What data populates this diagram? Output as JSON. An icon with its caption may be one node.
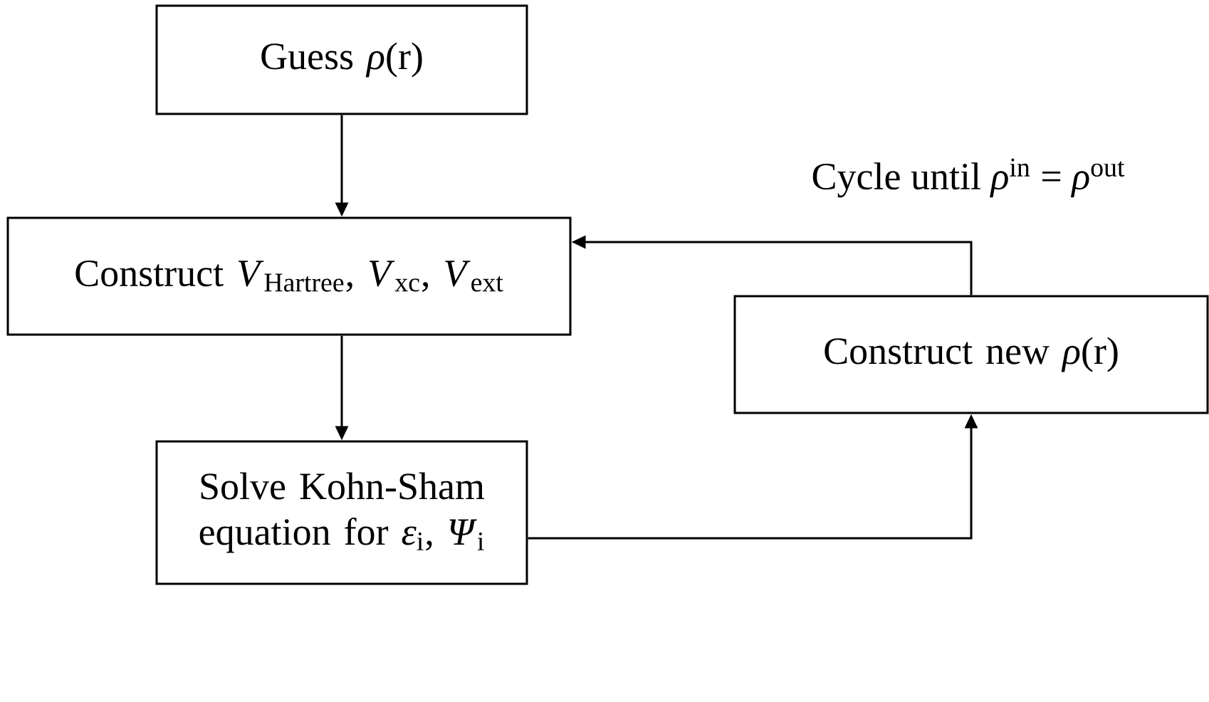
{
  "diagram": {
    "nodes": [
      {
        "text": [
          "Guess *ρ*(r)"
        ]
      },
      {
        "text": [
          "Construct *V*$_{Hartree}$, *V*$_{xc}$, *V*$_{ext}$"
        ]
      },
      {
        "text": [
          "Construct new *ρ*(r)"
        ]
      },
      {
        "text": [
          "Solve Kohn-Sham equation for *ε*$_{i}$, *Ψ*$_{i}$"
        ]
      }
    ],
    "edges": [
      {
        "from": 0,
        "to": 1,
        "arrow": "to"
      },
      {
        "from": 1,
        "to": 3,
        "arrow": "to"
      },
      {
        "from": 3,
        "to": 2,
        "arrow": "to"
      },
      {
        "from": 2,
        "to": 1,
        "arrow": "to",
        "label": "Cycle until *ρ*$^{in}$ = *ρ*$^{out}$"
      }
    ]
  }
}
